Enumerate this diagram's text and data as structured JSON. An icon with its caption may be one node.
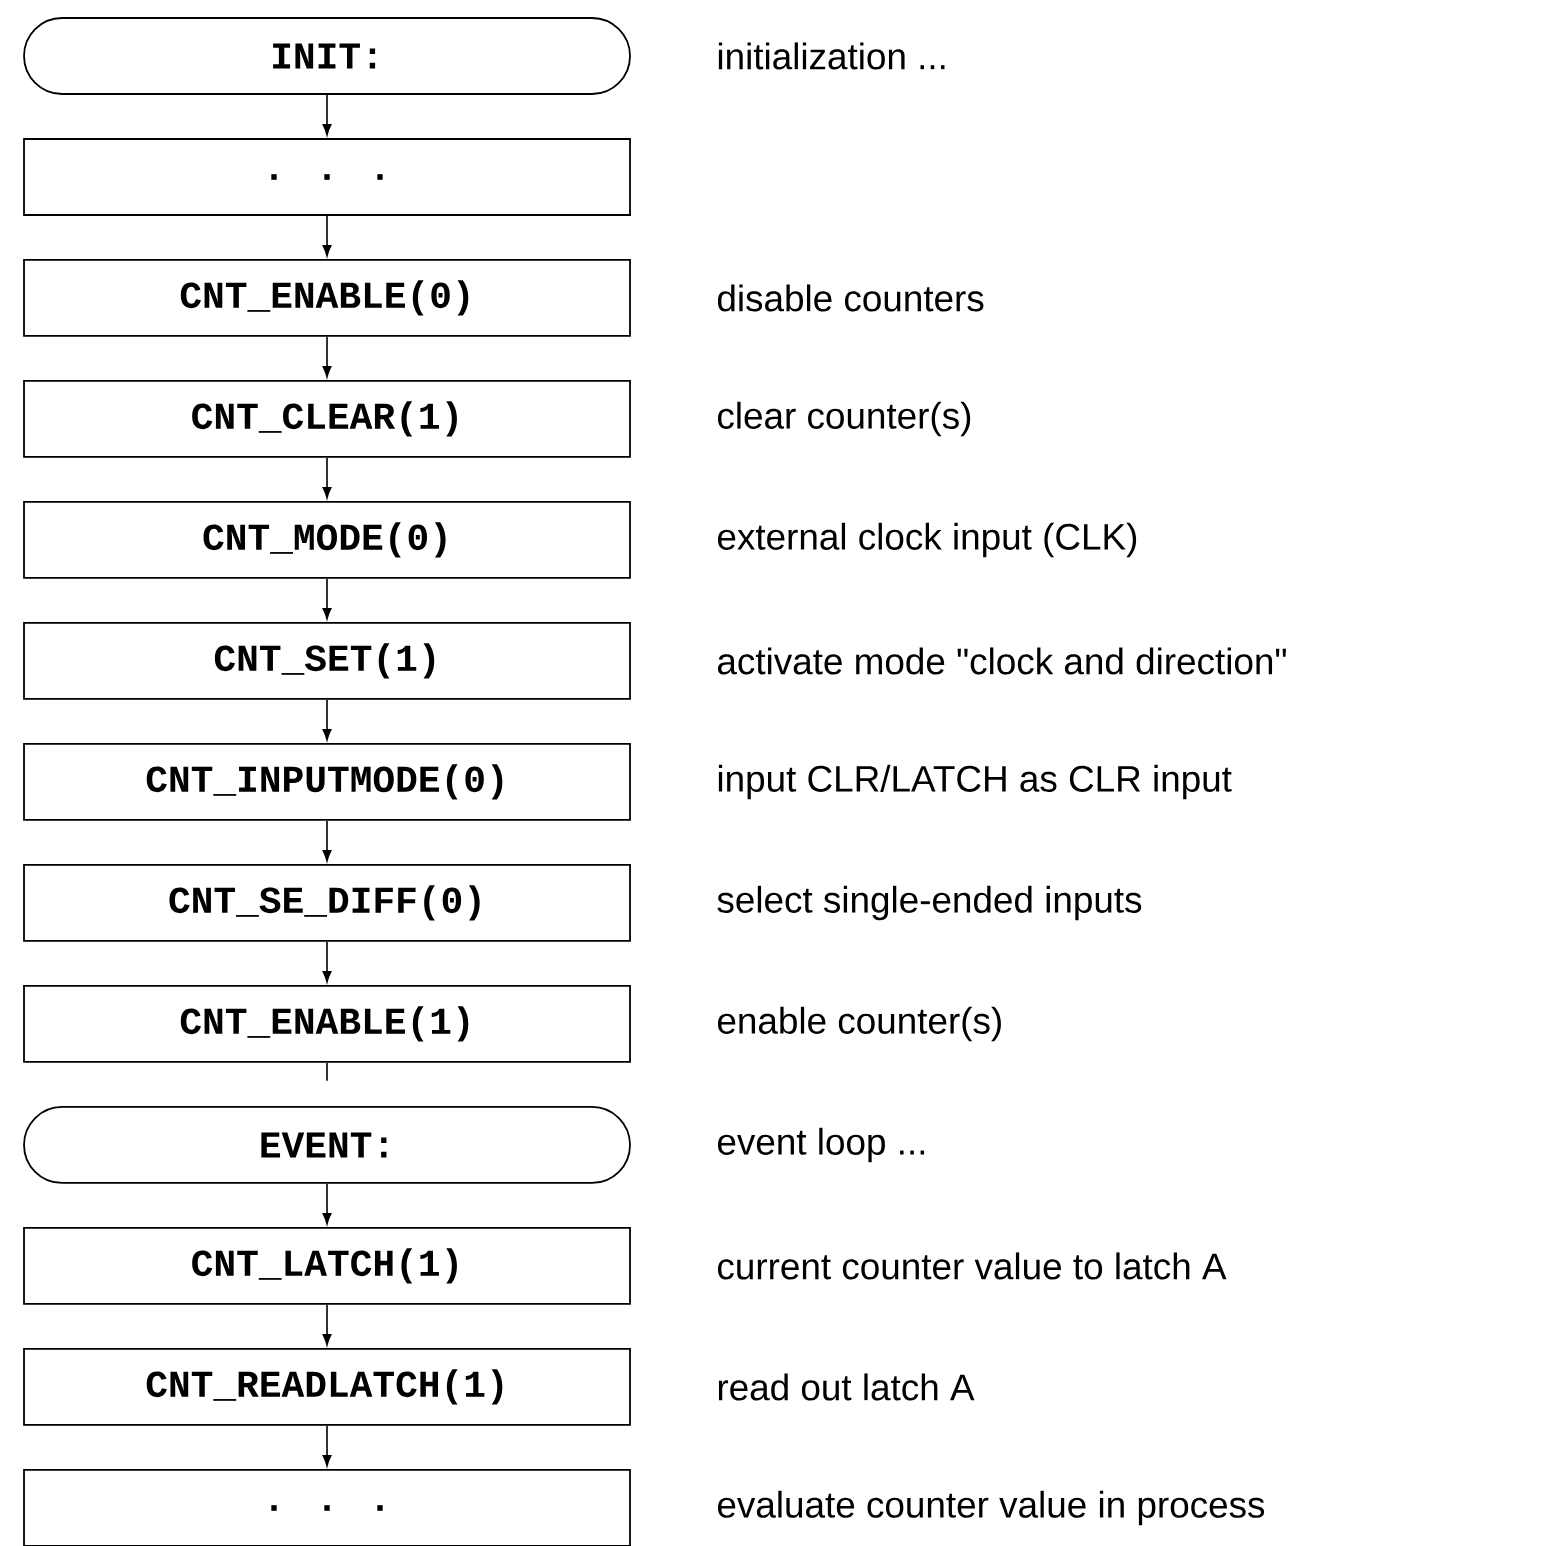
{
  "diagram": {
    "nodes": [
      {
        "text": [
          "INIT:"
        ],
        "beside": [
          "initialization ..."
        ]
      },
      {
        "text": [
          ". . ."
        ]
      },
      {
        "text": [
          "CNT_ENABLE(0)"
        ],
        "beside": [
          "disable counters"
        ]
      },
      {
        "text": [
          "CNT_CLEAR(1)"
        ],
        "beside": [
          "clear counter(s)"
        ]
      },
      {
        "text": [
          "CNT_MODE(0)"
        ],
        "beside": [
          "external clock input (CLK)"
        ]
      },
      {
        "text": [
          "CNT_SET(1)"
        ],
        "beside": [
          "activate mode \"clock and direction\""
        ]
      },
      {
        "text": [
          "CNT_INPUTMODE(0)"
        ],
        "beside": [
          "input CLR/LATCH as CLR input"
        ]
      },
      {
        "text": [
          "CNT_SE_DIFF(0)"
        ],
        "beside": [
          "select single-ended inputs"
        ]
      },
      {
        "text": [
          "CNT_ENABLE(1)"
        ],
        "beside": [
          "enable counter(s)"
        ]
      },
      {
        "text": [
          "EVENT:"
        ],
        "beside": [
          "event loop ..."
        ]
      },
      {
        "text": [
          "CNT_LATCH(1)"
        ],
        "beside": [
          "current counter value to latch A"
        ]
      },
      {
        "text": [
          "CNT_READLATCH(1)"
        ],
        "beside": [
          "read out latch A"
        ]
      },
      {
        "text": [
          ". . ."
        ],
        "beside": [
          "evaluate counter value in process"
        ]
      }
    ],
    "edges": [
      {
        "from": 0,
        "to": 1,
        "arrow": "to"
      },
      {
        "from": 1,
        "to": 2,
        "arrow": "to"
      },
      {
        "from": 2,
        "to": 3,
        "arrow": "to"
      },
      {
        "from": 3,
        "to": 4,
        "arrow": "to"
      },
      {
        "from": 4,
        "to": 5,
        "arrow": "to"
      },
      {
        "from": 5,
        "to": 6,
        "arrow": "to"
      },
      {
        "from": 6,
        "to": 7,
        "arrow": "to"
      },
      {
        "from": 7,
        "to": 8,
        "arrow": "to"
      },
      {
        "from": 8,
        "to": null,
        "arrow": "none"
      },
      {
        "from": 9,
        "to": 10,
        "arrow": "to"
      },
      {
        "from": 10,
        "to": 11,
        "arrow": "to"
      },
      {
        "from": 11,
        "to": 12,
        "arrow": "to"
      }
    ]
  }
}
